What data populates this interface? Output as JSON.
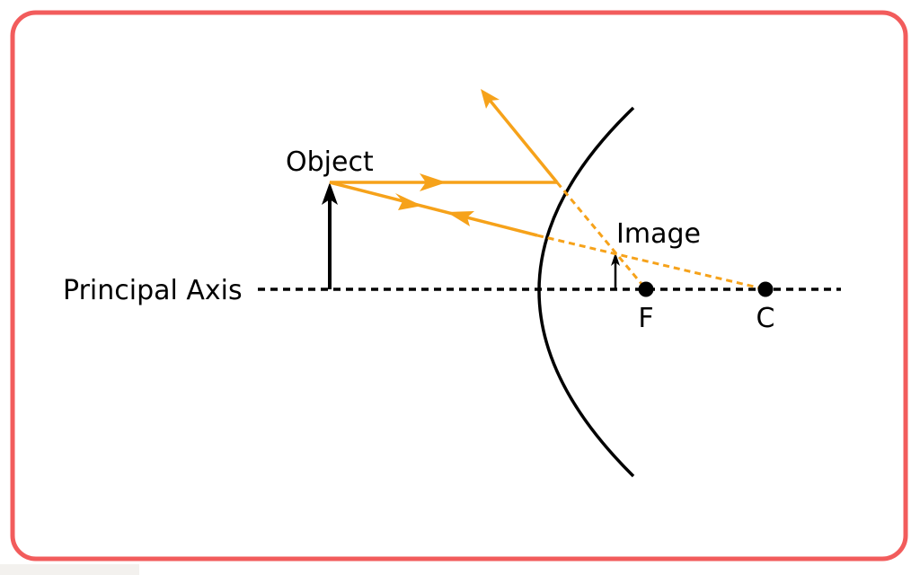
{
  "labels": {
    "object": "Object",
    "image": "Image",
    "principal_axis": "Principal Axis",
    "focal_point": "F",
    "center_of_curvature": "C"
  },
  "colors": {
    "frame": "#f25c5c",
    "ray": "#f6a21a",
    "ink": "#000000",
    "background": "#ffffff"
  }
}
